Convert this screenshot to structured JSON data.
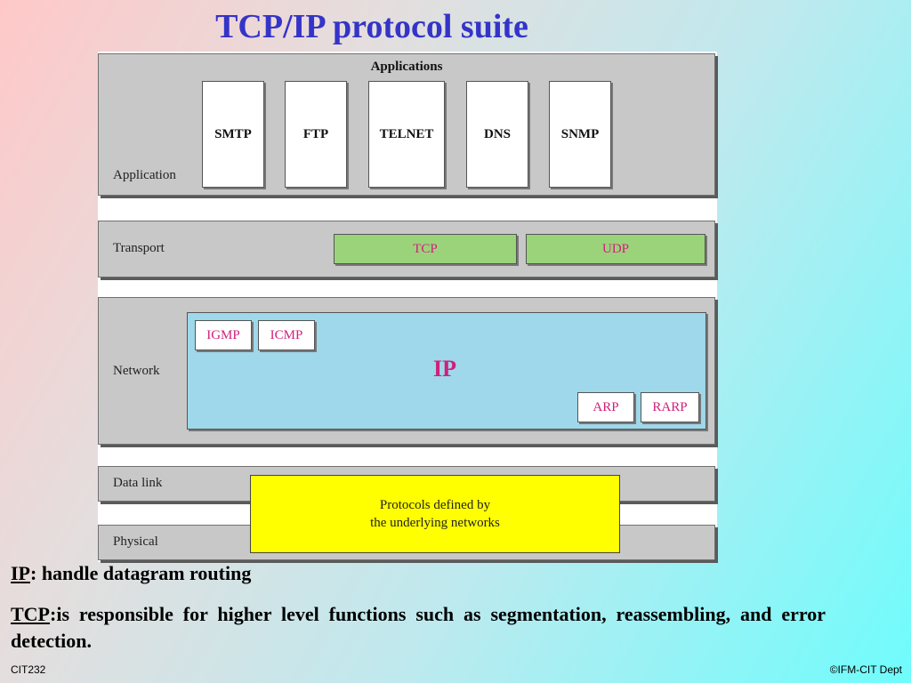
{
  "title": "TCP/IP protocol suite",
  "layers": {
    "application": {
      "label": "Application",
      "group_title": "Applications",
      "protocols": [
        "SMTP",
        "FTP",
        "TELNET",
        "DNS",
        "SNMP"
      ]
    },
    "transport": {
      "label": "Transport",
      "protocols": [
        "TCP",
        "UDP"
      ]
    },
    "network": {
      "label": "Network",
      "main": "IP",
      "top_protocols": [
        "IGMP",
        "ICMP"
      ],
      "bottom_protocols": [
        "ARP",
        "RARP"
      ]
    },
    "datalink": {
      "label": "Data link"
    },
    "physical": {
      "label": "Physical"
    }
  },
  "underlying": {
    "line1": "Protocols defined by",
    "line2": "the underlying networks"
  },
  "notes": {
    "ip_term": "IP",
    "ip_text": ": handle datagram routing",
    "tcp_term": "TCP",
    "tcp_text": ":is responsible for higher level functions such as segmentation, reassembling, and error detection."
  },
  "footer": {
    "left": "CIT232",
    "right": "©IFM-CIT Dept"
  },
  "colors": {
    "title": "#3434c8",
    "layer_gray": "#c8c8c8",
    "transport_green": "#9bd37b",
    "network_blue": "#9ed8ea",
    "protocol_magenta": "#d0207a",
    "underlying_yellow": "#ffff00"
  }
}
